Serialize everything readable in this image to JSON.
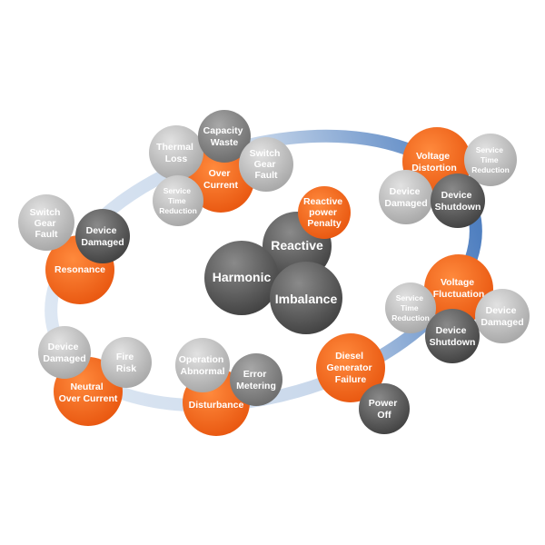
{
  "colors": {
    "orange": "#f26522",
    "dark_gray": "#5d5d5d",
    "light_gray": "#b9b9b9",
    "ring": "#5b86c1"
  },
  "center": {
    "harmonic": [
      "Harmonic"
    ],
    "reactive": [
      "Reactive"
    ],
    "imbalance": [
      "Imbalance"
    ],
    "reactive_penalty": [
      "Reactive",
      "power",
      "Penalty"
    ]
  },
  "clusters": {
    "over_current": {
      "hub": [
        "Over",
        "Current"
      ],
      "thermal_loss": [
        "Thermal",
        "Loss"
      ],
      "capacity_waste": [
        "Capacity",
        "Waste"
      ],
      "switch_gear_fault": [
        "Switch",
        "Gear",
        "Fault"
      ],
      "service_time_reduction": [
        "Service",
        "Time",
        "Reduction"
      ]
    },
    "voltage_distortion": {
      "hub": [
        "Voltage",
        "Distortion"
      ],
      "service_time_reduction": [
        "Service",
        "Time",
        "Reduction"
      ],
      "device_damaged": [
        "Device",
        "Damaged"
      ],
      "device_shutdown": [
        "Device",
        "Shutdown"
      ]
    },
    "resonance": {
      "hub": [
        "Resonance"
      ],
      "switch_gear_fault": [
        "Switch",
        "Gear",
        "Fault"
      ],
      "device_damaged": [
        "Device",
        "Damaged"
      ]
    },
    "voltage_fluctuation": {
      "hub": [
        "Voltage",
        "Fluctuation"
      ],
      "service_time_reduction": [
        "Service",
        "Time",
        "Reduction"
      ],
      "device_damaged": [
        "Device",
        "Damaged"
      ],
      "device_shutdown": [
        "Device",
        "Shutdown"
      ]
    },
    "neutral_over_current": {
      "hub": [
        "Neutral",
        "Over Current"
      ],
      "device_damaged": [
        "Device",
        "Damaged"
      ],
      "fire_risk": [
        "Fire",
        "Risk"
      ]
    },
    "disturbance": {
      "hub": [
        "Disturbance"
      ],
      "operation_abnormal": [
        "Operation",
        "Abnormal"
      ],
      "error_metering": [
        "Error",
        "Metering"
      ]
    },
    "diesel_generator_failure": {
      "hub": [
        "Diesel",
        "Generator",
        "Failure"
      ],
      "power_off": [
        "Power",
        "Off"
      ]
    }
  }
}
